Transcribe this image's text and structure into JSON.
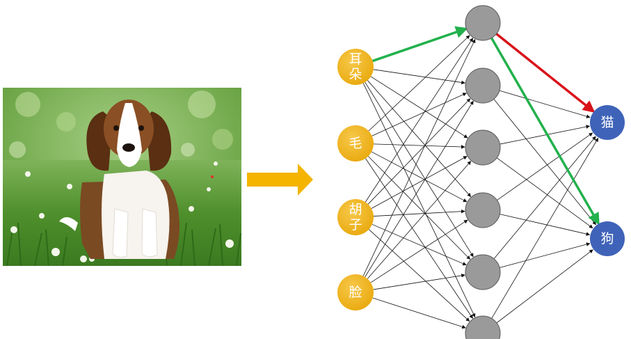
{
  "photo": {
    "subject": "beagle-puppy-in-grass"
  },
  "input_nodes": [
    {
      "lines": [
        "耳",
        "朵"
      ]
    },
    {
      "lines": [
        "毛"
      ]
    },
    {
      "lines": [
        "胡",
        "子"
      ]
    },
    {
      "lines": [
        "脸"
      ]
    }
  ],
  "output_nodes": [
    {
      "lines": [
        "猫"
      ]
    },
    {
      "lines": [
        "狗"
      ]
    }
  ],
  "hidden_node_count": 6,
  "colors": {
    "arrow": "#f4b400",
    "input_node": "#f1b11a",
    "hidden_node": "#9a9a9a",
    "output_node": "#3f63b8",
    "edge": "#111111",
    "highlight_green": "#22b14c",
    "highlight_red": "#d9121a"
  }
}
